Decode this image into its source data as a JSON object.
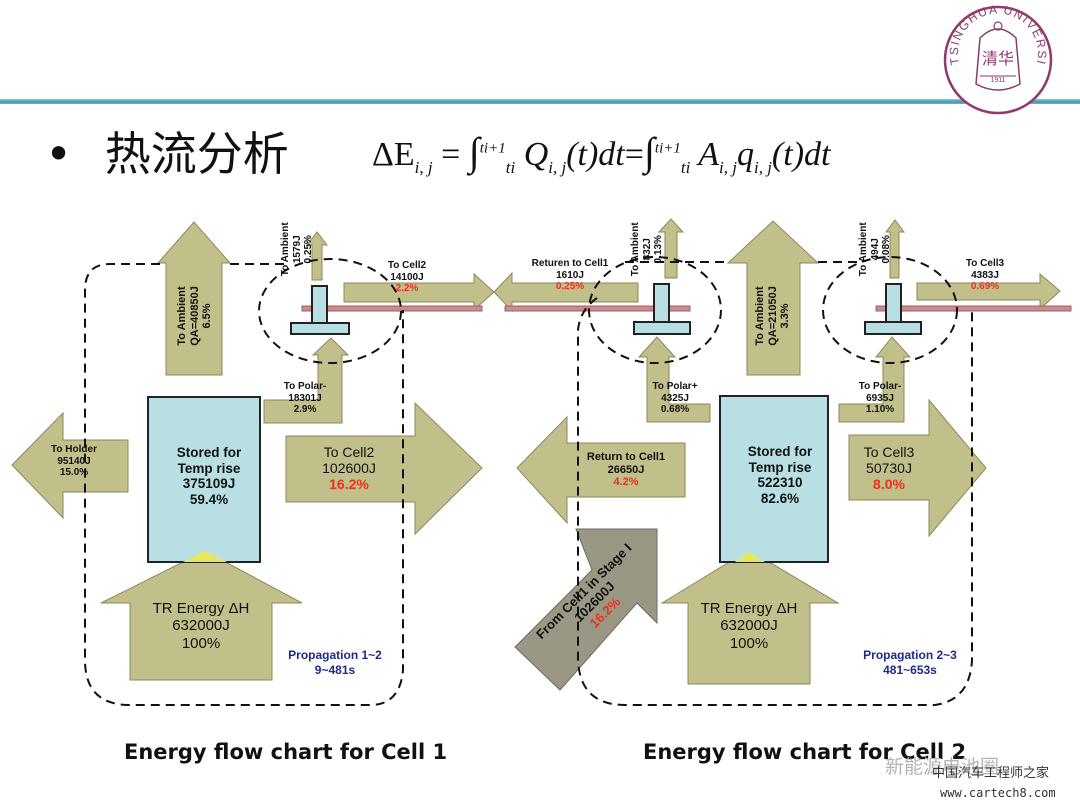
{
  "header": {
    "bullet": "•",
    "title": "热流分析",
    "formula": {
      "lhs": "ΔE",
      "lhs_sub": "i, j",
      "eq": "=",
      "integral": "∫",
      "upper": "t",
      "upper_sub": "i+1",
      "lower": "t",
      "lower_sub": "i",
      "middle": "Q",
      "middle_sub": "i, j",
      "middle_tail": "(t)dt",
      "right": "A",
      "right_sub": "i, j",
      "right_q": "q",
      "right_q_sub": "i, j",
      "right_tail": "(t)dt"
    },
    "logo": {
      "text_arc": "TSINGHUA UNIVERSITY",
      "year": "1911",
      "color": "#8e3a6a"
    }
  },
  "colors": {
    "arrow_fill": "#c2c08a",
    "arrow_stroke": "#8a8a5a",
    "incoming_arrow_fill": "#9a9784",
    "cell_fill": "#b8dfe3",
    "bus_bar": "#c98b8b",
    "highlight_red": "#e8321e",
    "propagation_blue": "#1e2a8a",
    "header_line": "#4aa3b5"
  },
  "cell1": {
    "caption": "Energy flow chart for Cell 1",
    "stored": {
      "l1": "Stored for",
      "l2": "Temp rise",
      "value": "375109J",
      "pct": "59.4%"
    },
    "tr_energy": {
      "l1": "TR Energy ΔH",
      "value": "632000J",
      "pct": "100%"
    },
    "to_holder": {
      "label": "To Holder",
      "value": "95140J",
      "pct": "15.0%"
    },
    "to_cell2": {
      "label": "To Cell2",
      "value": "102600J",
      "pct": "16.2%"
    },
    "to_ambient": {
      "label": "To Ambient",
      "value": "QA=40850J",
      "pct": "6.5%"
    },
    "tab_to_ambient": {
      "label": "To Ambient",
      "value": "1579J",
      "pct": "0.25%"
    },
    "tab_to_cell2": {
      "label": "To Cell2",
      "value": "14100J",
      "pct": "2.2%"
    },
    "to_polar": {
      "label": "To Polar-",
      "value": "18301J",
      "pct": "2.9%"
    },
    "propagation": {
      "label": "Propagation  1~2",
      "time": "9~481s"
    }
  },
  "cell2": {
    "caption": "Energy flow chart for Cell 2",
    "stored": {
      "l1": "Stored for",
      "l2": "Temp rise",
      "value": "522310",
      "pct": "82.6%"
    },
    "tr_energy": {
      "l1": "TR Energy ΔH",
      "value": "632000J",
      "pct": "100%"
    },
    "return_to_cell1": {
      "label": "Return to Cell1",
      "value": "26650J",
      "pct": "4.2%"
    },
    "to_cell3": {
      "label": "To Cell3",
      "value": "50730J",
      "pct": "8.0%"
    },
    "to_ambient": {
      "label": "To Ambient",
      "value": "QA=21050J",
      "pct": "3.3%"
    },
    "from_cell1": {
      "label": "From Cell1 in Stage I",
      "value": "102600J",
      "pct": "16.2%"
    },
    "tab_return_cell1": {
      "label": "Returen to Cell1",
      "value": "1610J",
      "pct": "0.25%"
    },
    "tab_to_ambient_left": {
      "label": "To Ambient",
      "value": "832J",
      "pct": "0.13%"
    },
    "to_polar_plus": {
      "label": "To Polar+",
      "value": "4325J",
      "pct": "0.68%"
    },
    "tab_to_ambient_right": {
      "label": "To Ambient",
      "value": "494J",
      "pct": "0.08%"
    },
    "tab_to_cell3": {
      "label": "To Cell3",
      "value": "4383J",
      "pct": "0.69%"
    },
    "to_polar_minus": {
      "label": "To Polar-",
      "value": "6935J",
      "pct": "1.10%"
    },
    "propagation": {
      "label": "Propagation  2~3",
      "time": "481~653s"
    }
  },
  "watermark": {
    "grey_text": "新能源电池圈",
    "line1": "中国汽车工程师之家",
    "line2": "www.cartech8.com"
  }
}
